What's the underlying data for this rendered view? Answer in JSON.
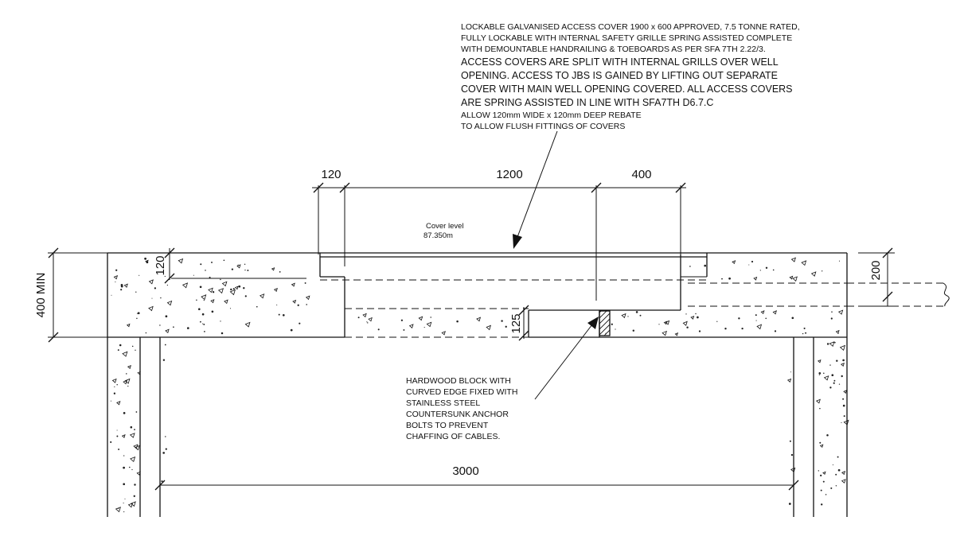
{
  "notes": {
    "cover_note": {
      "lines": [
        "LOCKABLE GALVANISED ACCESS COVER 1900 x 600 APPROVED, 7.5 TONNE RATED,",
        "FULLY LOCKABLE WITH INTERNAL SAFETY GRILLE SPRING ASSISTED COMPLETE",
        "WITH DEMOUNTABLE HANDRAILING & TOEBOARDS AS PER SFA 7TH 2.22/3.",
        "ACCESS COVERS ARE SPLIT WITH INTERNAL GRILLS OVER WELL",
        "OPENING. ACCESS TO JBS IS GAINED BY LIFTING OUT SEPARATE",
        "COVER WITH MAIN WELL OPENING COVERED. ALL ACCESS COVERS",
        "ARE SPRING ASSISTED IN LINE WITH SFA7TH D6.7.C",
        "ALLOW 120mm WIDE x 120mm DEEP REBATE",
        "TO ALLOW FLUSH FITTINGS OF COVERS"
      ]
    },
    "block_note": {
      "lines": [
        "HARDWOOD BLOCK WITH",
        "CURVED EDGE FIXED WITH",
        "STAINLESS STEEL",
        "COUNTERSUNK ANCHOR",
        "BOLTS TO PREVENT",
        "CHAFFING OF CABLES."
      ]
    },
    "cover_level": {
      "label": "Cover level",
      "value": "87.350m"
    }
  },
  "dimensions": {
    "rebate_width": "120",
    "opening_width": "1200",
    "jb_cover_width": "400",
    "rebate_depth": "120",
    "slab_depth": "400 MIN",
    "duct_height": "200",
    "step_depth": "125",
    "internal_width": "3000"
  }
}
